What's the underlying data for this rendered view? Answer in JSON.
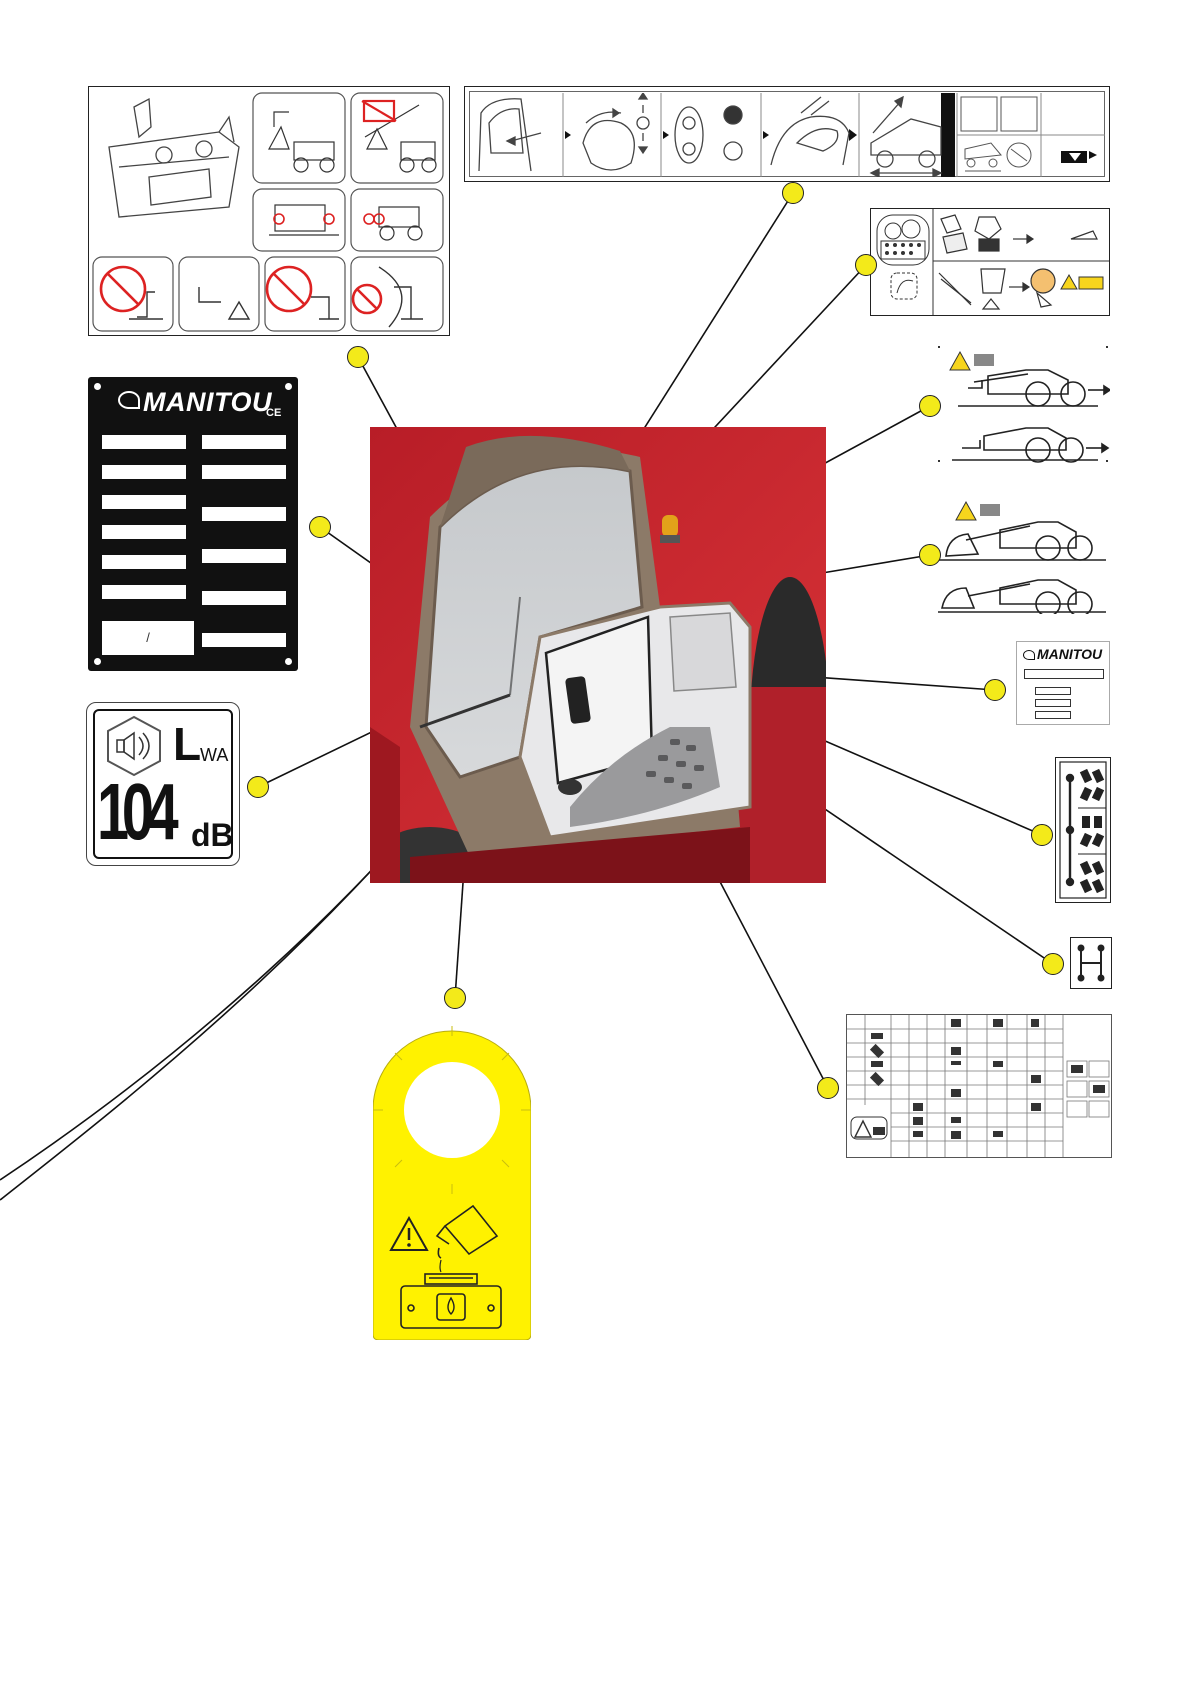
{
  "brand": {
    "name": "MANITOU",
    "ce": "CE"
  },
  "manufacturer_plate": {
    "separator": "/"
  },
  "noise_label": {
    "symbol_l": "L",
    "symbol_sub": "WA",
    "value": "104",
    "unit": "dB"
  },
  "colors": {
    "callout_yellow": "#f3ea1a",
    "oil_tag_yellow": "#fff200",
    "machine_red": "#c8242c",
    "warning_yellow": "#f7d51d",
    "plate_black": "#111111"
  },
  "icons": [
    "warning-triangle-icon",
    "oil-can-icon",
    "oil-drop-icon",
    "speaker-icon",
    "gear-shift-icon",
    "prohibited-icon",
    "manual-book-icon"
  ]
}
